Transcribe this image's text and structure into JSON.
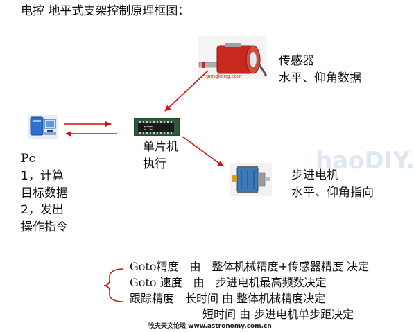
{
  "title": "电控 地平式支架控制原理框图：",
  "sensor": {
    "line1": "传感器",
    "line2": "水平、仰角数据",
    "image_label": "gongkong.com",
    "image_description": "red rotary encoder sensor"
  },
  "mcu": {
    "line1": "单片机",
    "line2": "执行",
    "chip_text": "STC"
  },
  "motor": {
    "line1": "步进电机",
    "line2": "水平、仰角指向",
    "image_description": "blue stepper motor"
  },
  "pc": {
    "name": "Pc",
    "item1": "1，计算",
    "item1_b": "目标数据",
    "item2": "2，发出",
    "item2_b": "操作指令"
  },
  "precision": {
    "goto_label": "Goto",
    "goto_rest": "精度　由　整体机械精度+传感器精度 决定",
    "speed_label": "Goto",
    "speed_rest": " 速度　由　步进电机最高频数决定",
    "tracking": "跟踪精度　长时间 由 整体机械精度决定",
    "tracking2": "短时间 由 步进电机单步距决定"
  },
  "watermark": "haoDIY.net",
  "footer": "牧夫天文论坛 www.astronomy.com.cn",
  "colors": {
    "arrow": "#cc1111",
    "text": "#111111",
    "encoder_red": "#c8281e",
    "motor_blue": "#3d79b8",
    "pc_blue": "#2f6fd0"
  }
}
